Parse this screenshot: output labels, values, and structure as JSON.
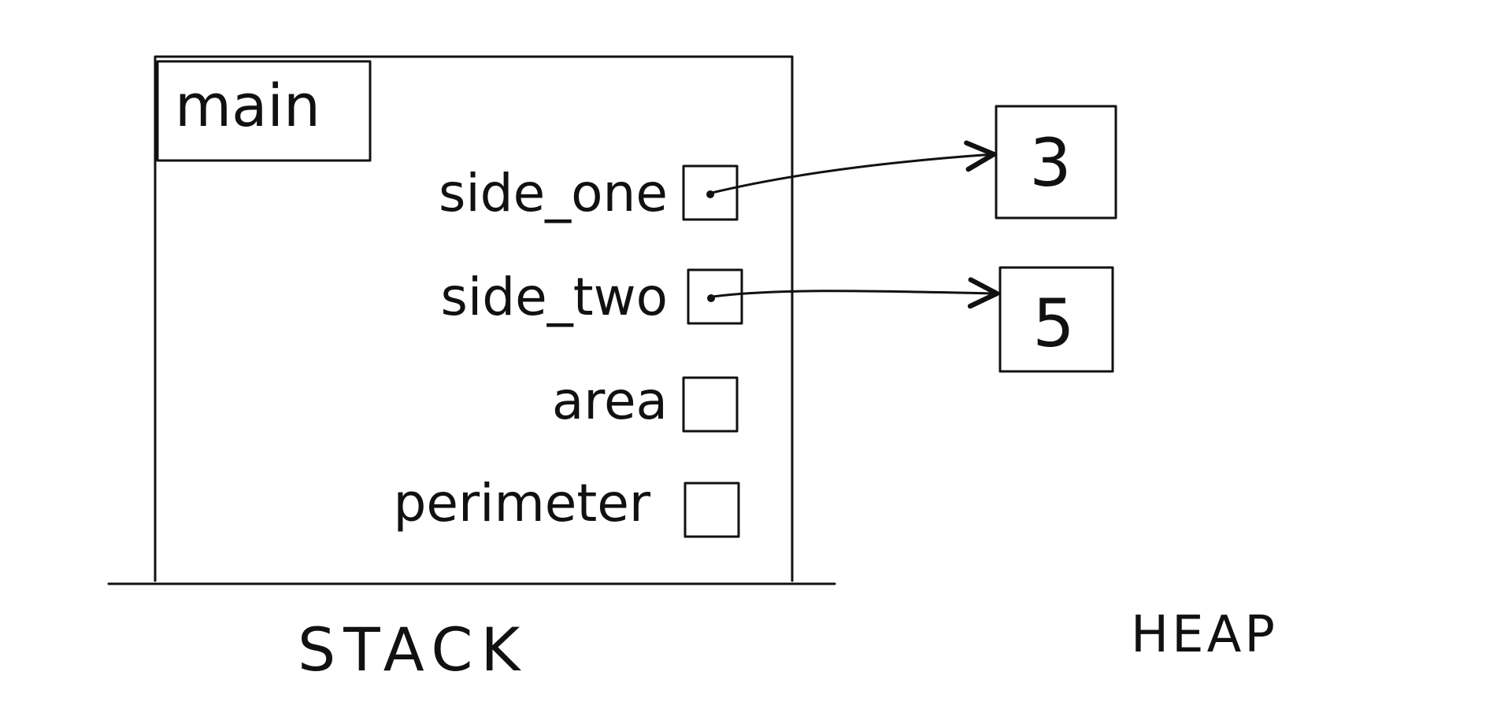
{
  "diagram": {
    "stack_frame": {
      "name": "main",
      "variables": [
        {
          "name": "side_one",
          "points_to_heap": true
        },
        {
          "name": "side_two",
          "points_to_heap": true
        },
        {
          "name": "area",
          "points_to_heap": false
        },
        {
          "name": "perimeter",
          "points_to_heap": false
        }
      ]
    },
    "heap_values": [
      "3",
      "5"
    ],
    "region_labels": {
      "stack": "STACK",
      "heap": "HEAP"
    },
    "ink_color": "#111111"
  }
}
